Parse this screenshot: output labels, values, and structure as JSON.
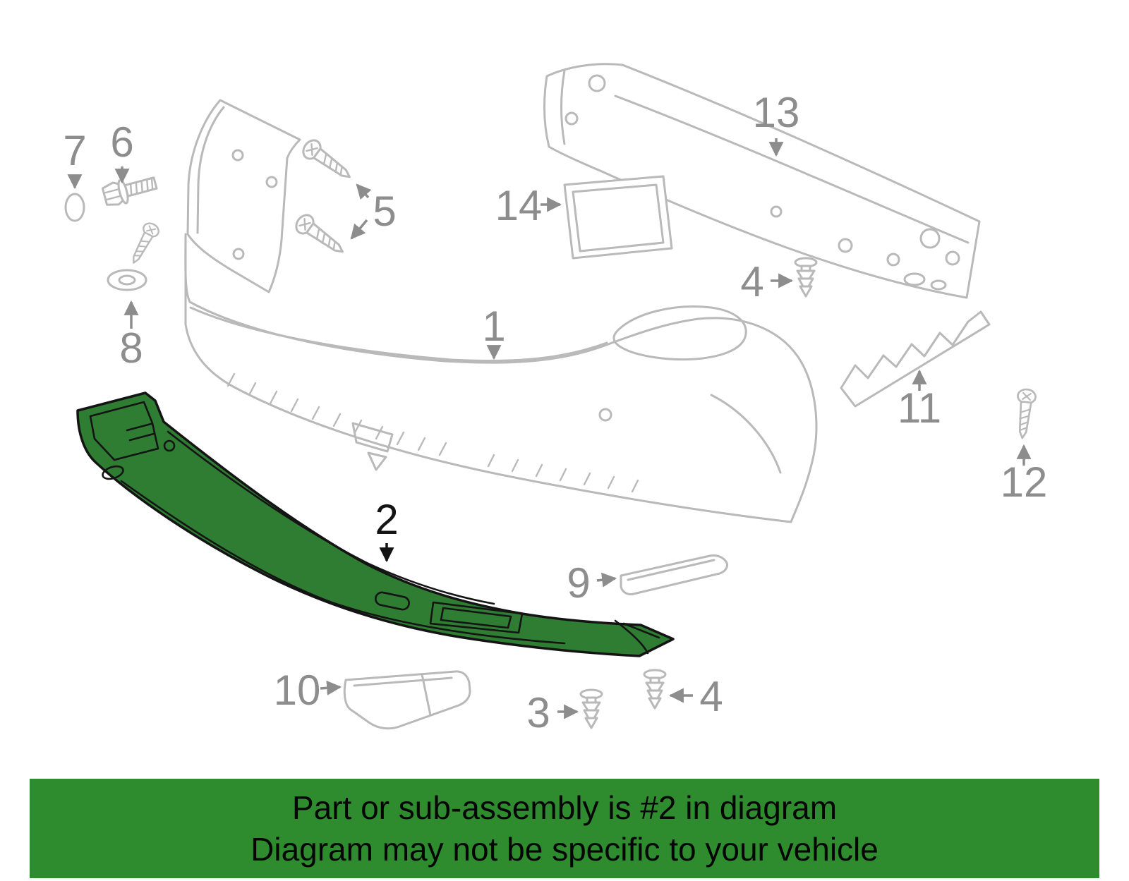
{
  "colors": {
    "highlight": "#2e7d32",
    "banner-bg": "#2e8b2e",
    "line-color": "#b9b9b9",
    "label-color": "#8d8d8d"
  },
  "banner": {
    "line1": "Part or sub-assembly is #2 in diagram",
    "line2": "Diagram may not be specific to your vehicle"
  },
  "callouts": [
    {
      "label": "1"
    },
    {
      "label": "2"
    },
    {
      "label": "3"
    },
    {
      "label": "4"
    },
    {
      "label": "4"
    },
    {
      "label": "5"
    },
    {
      "label": "6"
    },
    {
      "label": "7"
    },
    {
      "label": "8"
    },
    {
      "label": "9"
    },
    {
      "label": "10"
    },
    {
      "label": "11"
    },
    {
      "label": "12"
    },
    {
      "label": "13"
    },
    {
      "label": "14"
    }
  ]
}
